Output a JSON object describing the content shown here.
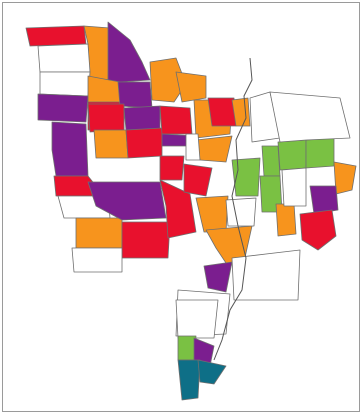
{
  "map": {
    "colors": {
      "red": "#e8112d",
      "orange": "#f7941d",
      "purple": "#7b1e8f",
      "green": "#7ac143",
      "teal": "#0e6f87",
      "none": "#ffffff",
      "border": "#6f6f6f"
    },
    "regions": [
      {
        "id": "nw-top-red",
        "color": "red"
      },
      {
        "id": "nw-orange-1",
        "color": "orange"
      },
      {
        "id": "nw-purple-1",
        "color": "purple"
      },
      {
        "id": "nw-white-1",
        "color": "none"
      },
      {
        "id": "nw-white-2",
        "color": "none"
      },
      {
        "id": "w-purple-1",
        "color": "purple"
      },
      {
        "id": "w-red-1",
        "color": "red"
      },
      {
        "id": "w-purple-2",
        "color": "purple"
      },
      {
        "id": "w-red-2",
        "color": "red"
      },
      {
        "id": "w-white-3",
        "color": "none"
      },
      {
        "id": "w-orange-2",
        "color": "orange"
      },
      {
        "id": "w-red-3",
        "color": "red"
      },
      {
        "id": "w-white-4",
        "color": "none"
      },
      {
        "id": "c-orange-1",
        "color": "orange"
      },
      {
        "id": "c-purple-1",
        "color": "purple"
      },
      {
        "id": "c-orange-2",
        "color": "orange"
      },
      {
        "id": "c-orange-3",
        "color": "orange"
      },
      {
        "id": "c-red-1",
        "color": "red"
      },
      {
        "id": "c-purple-2",
        "color": "purple"
      },
      {
        "id": "c-orange-4",
        "color": "orange"
      },
      {
        "id": "c-red-2",
        "color": "red"
      },
      {
        "id": "c-red-3",
        "color": "red"
      },
      {
        "id": "c-orange-5",
        "color": "orange"
      },
      {
        "id": "c-purple-3",
        "color": "purple"
      },
      {
        "id": "c-red-4",
        "color": "red"
      },
      {
        "id": "c-orange-6",
        "color": "orange"
      },
      {
        "id": "c-red-5",
        "color": "red"
      },
      {
        "id": "c-purple-4",
        "color": "purple"
      },
      {
        "id": "c-red-6",
        "color": "red"
      },
      {
        "id": "c-orange-7",
        "color": "orange"
      },
      {
        "id": "c-red-7",
        "color": "red"
      },
      {
        "id": "c-white-5",
        "color": "none"
      },
      {
        "id": "c-orange-8",
        "color": "orange"
      },
      {
        "id": "c-orange-9",
        "color": "orange"
      },
      {
        "id": "c-white-6",
        "color": "none"
      },
      {
        "id": "e-green-1",
        "color": "green"
      },
      {
        "id": "e-green-2",
        "color": "green"
      },
      {
        "id": "e-green-3",
        "color": "green"
      },
      {
        "id": "e-green-4",
        "color": "green"
      },
      {
        "id": "e-green-5",
        "color": "green"
      },
      {
        "id": "e-white-7",
        "color": "none"
      },
      {
        "id": "e-orange-10",
        "color": "orange"
      },
      {
        "id": "e-purple-5",
        "color": "purple"
      },
      {
        "id": "e-red-8",
        "color": "red"
      },
      {
        "id": "e-orange-11",
        "color": "orange"
      },
      {
        "id": "e-white-8",
        "color": "none"
      },
      {
        "id": "e-white-9",
        "color": "none"
      },
      {
        "id": "s-purple-6",
        "color": "purple"
      },
      {
        "id": "s-white-10",
        "color": "none"
      },
      {
        "id": "s-white-11",
        "color": "none"
      },
      {
        "id": "s-white-12",
        "color": "none"
      },
      {
        "id": "s-green-6",
        "color": "green"
      },
      {
        "id": "s-purple-7",
        "color": "purple"
      },
      {
        "id": "s-teal-1",
        "color": "teal"
      },
      {
        "id": "s-teal-2",
        "color": "teal"
      }
    ]
  }
}
